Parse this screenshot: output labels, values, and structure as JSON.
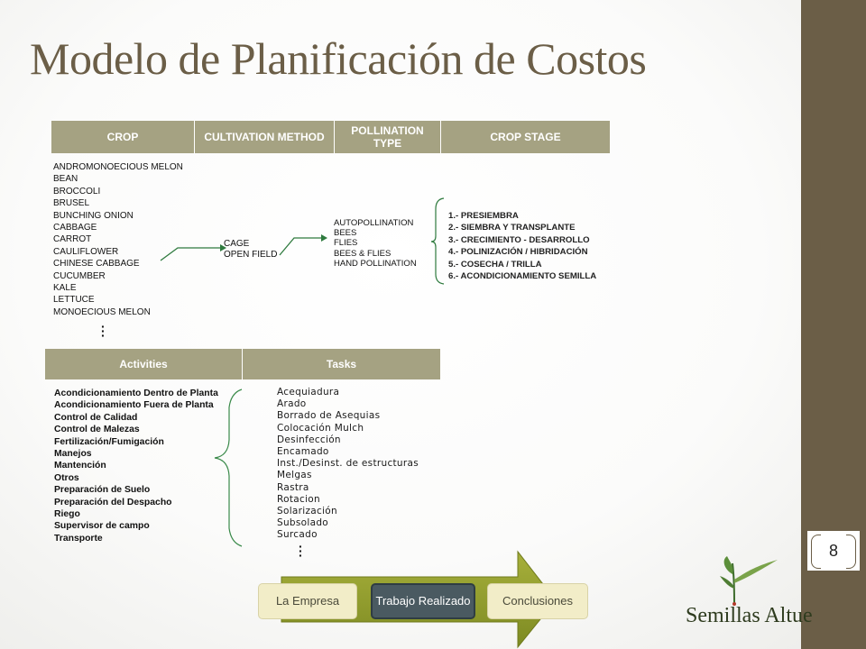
{
  "slide": {
    "title": "Modelo de Planificación de Costos",
    "page_number": "8",
    "accent_color": "#6b5e47",
    "header_color": "#a5a282"
  },
  "table1": {
    "headers": [
      "CROP",
      "CULTIVATION METHOD",
      "POLLINATION TYPE",
      "CROP STAGE"
    ],
    "crops": [
      "ANDROMONOECIOUS MELON",
      "BEAN",
      "BROCCOLI",
      "BRUSEL",
      "BUNCHING ONION",
      "CABBAGE",
      "CARROT",
      "CAULIFLOWER",
      "CHINESE CABBAGE",
      "CUCUMBER",
      "KALE",
      "LETTUCE",
      "MONOECIOUS MELON"
    ],
    "methods": [
      "CAGE",
      "OPEN FIELD"
    ],
    "pollination": [
      "AUTOPOLLINATION",
      "BEES",
      "FLIES",
      "BEES & FLIES",
      "HAND POLLINATION"
    ],
    "stages": [
      "1.- PRESIEMBRA",
      "2.- SIEMBRA Y TRANSPLANTE",
      "3.- CRECIMIENTO - DESARROLLO",
      "4.- POLINIZACIÓN / HIBRIDACIÓN",
      "5.- COSECHA / TRILLA",
      "6.- ACONDICIONAMIENTO SEMILLA"
    ]
  },
  "table2": {
    "headers": [
      "Activities",
      "Tasks"
    ],
    "activities": [
      "Acondicionamiento Dentro de Planta",
      "Acondicionamiento Fuera de Planta",
      "Control de Calidad",
      "Control de Malezas",
      "Fertilización/Fumigación",
      "Manejos",
      "Mantención",
      "Otros",
      "Preparación de Suelo",
      "Preparación del Despacho",
      "Riego",
      "Supervisor de campo",
      "Transporte"
    ],
    "tasks": [
      "Acequiadura",
      "Arado",
      "Borrado de Asequias",
      "Colocación Mulch",
      "Desinfección",
      "Encamado",
      "Inst./Desinst. de estructuras",
      "Melgas",
      "Rastra",
      "Rotacion",
      "Solarización",
      "Subsolado",
      "Surcado"
    ]
  },
  "nav": {
    "items": [
      "La Empresa",
      "Trabajo Realizado",
      "Conclusiones"
    ],
    "active_index": 1
  },
  "logo": {
    "text": "Semillas Altue"
  }
}
